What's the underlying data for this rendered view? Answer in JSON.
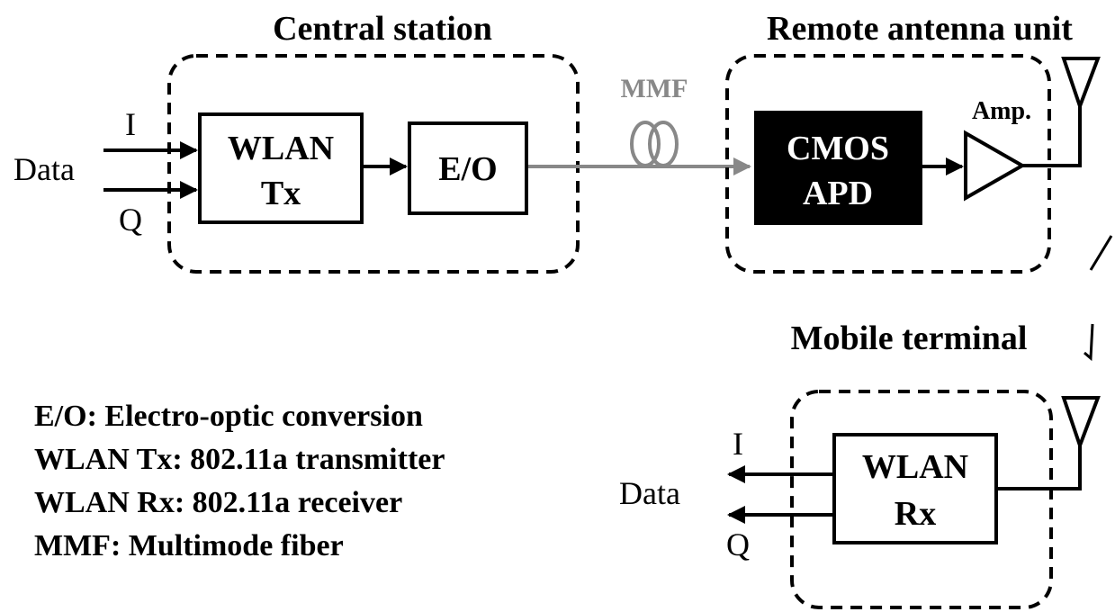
{
  "colors": {
    "line": "#000000",
    "fiber": "#888888",
    "apd_fill": "#000000",
    "apd_text": "#ffffff",
    "background": "#ffffff"
  },
  "central_station": {
    "title": "Central station",
    "input_i": "I",
    "input_q": "Q",
    "data_label": "Data",
    "wlan_tx_line1": "WLAN",
    "wlan_tx_line2": "Tx",
    "eo_label": "E/O"
  },
  "fiber": {
    "label": "MMF"
  },
  "remote_antenna_unit": {
    "title": "Remote antenna unit",
    "apd_line1": "CMOS",
    "apd_line2": "APD",
    "amp_label": "Amp."
  },
  "mobile_terminal": {
    "title": "Mobile terminal",
    "output_i": "I",
    "output_q": "Q",
    "data_label": "Data",
    "wlan_rx_line1": "WLAN",
    "wlan_rx_line2": "Rx"
  },
  "legend": [
    "E/O: Electro-optic conversion",
    "WLAN Tx: 802.11a transmitter",
    "WLAN Rx: 802.11a receiver",
    "MMF: Multimode fiber"
  ]
}
